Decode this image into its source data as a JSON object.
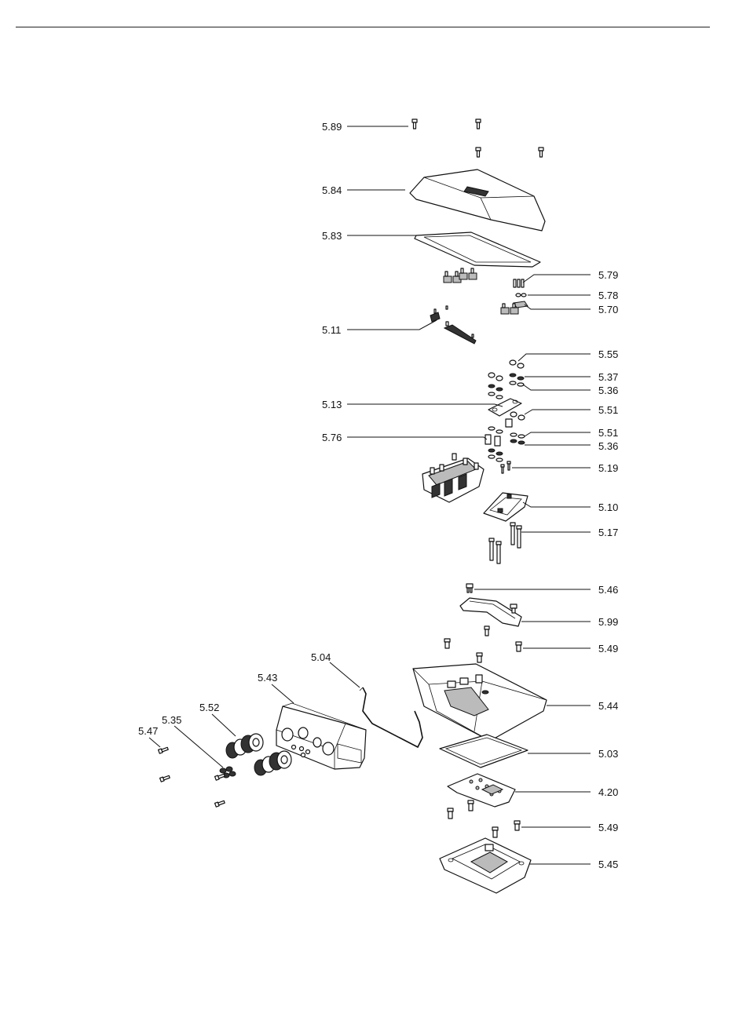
{
  "labels": {
    "p589": "5.89",
    "p584": "5.84",
    "p583": "5.83",
    "p579": "5.79",
    "p578": "5.78",
    "p570": "5.70",
    "p511": "5.11",
    "p555": "5.55",
    "p537": "5.37",
    "p536a": "5.36",
    "p513": "5.13",
    "p551a": "5.51",
    "p576": "5.76",
    "p551b": "5.51",
    "p536b": "5.36",
    "p519": "5.19",
    "p510": "5.10",
    "p517": "5.17",
    "p546": "5.46",
    "p599": "5.99",
    "p549a": "5.49",
    "p504": "5.04",
    "p543": "5.43",
    "p544": "5.44",
    "p552": "5.52",
    "p535": "5.35",
    "p547": "5.47",
    "p503": "5.03",
    "p420": "4.20",
    "p549b": "5.49",
    "p545": "5.45"
  }
}
